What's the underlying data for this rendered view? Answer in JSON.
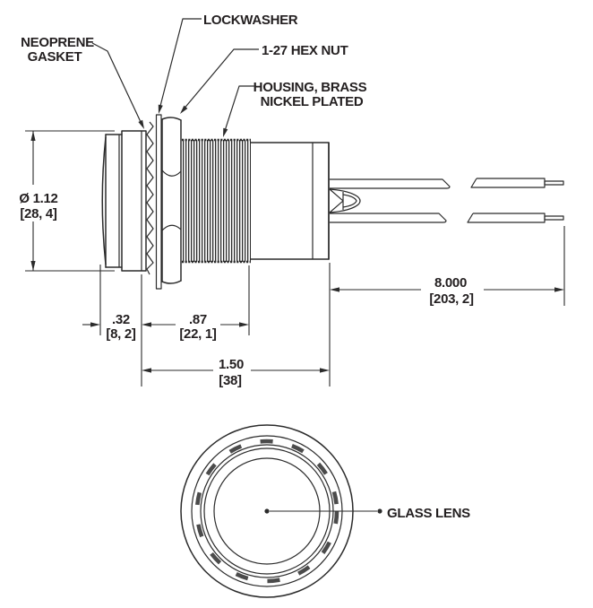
{
  "labels": {
    "lockwasher": "LOCKWASHER",
    "gasket_line1": "NEOPRENE",
    "gasket_line2": "GASKET",
    "hex_nut": "1-27 HEX NUT",
    "housing_line1": "HOUSING, BRASS",
    "housing_line2": "NICKEL PLATED",
    "glass_lens": "GLASS LENS"
  },
  "dimensions": {
    "diameter": {
      "value": "Ø 1.12",
      "metric": "[28, 4]"
    },
    "bezel_depth": {
      "value": ".32",
      "metric": "[8, 2]"
    },
    "thread_length": {
      "value": ".87",
      "metric": "[22, 1]"
    },
    "body_length": {
      "value": "1.50",
      "metric": "[38]"
    },
    "lead_length": {
      "value": "8.000",
      "metric": "[203, 2]"
    }
  },
  "colors": {
    "line": "#2b2b2b",
    "text": "#231f20",
    "background": "#ffffff"
  }
}
